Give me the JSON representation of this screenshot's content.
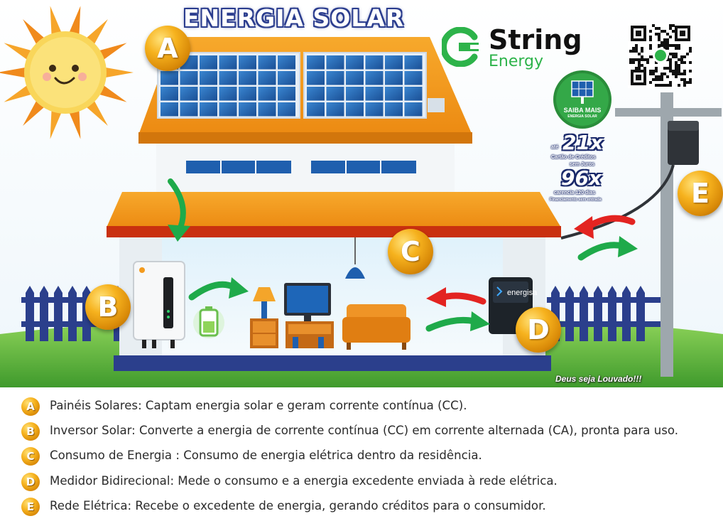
{
  "title": "ENERGIA SOLAR",
  "brand": {
    "name": "String",
    "sub": "Energy"
  },
  "promo": {
    "badge_title": "SAIBA MAIS",
    "badge_sub": "ENERGIA SOLAR",
    "prefix_1": "até",
    "big_1": "21x",
    "caption_1": "Cartão de Créditos",
    "caption_2": "sem Juros",
    "big_2": "96x",
    "caption_3": "carencia 120 dias",
    "caption_4": "Financiamento sem entrada"
  },
  "meter_brand": "energisa",
  "badges": [
    "A",
    "B",
    "C",
    "D",
    "E"
  ],
  "blessing": "Deus seja Louvado!!!",
  "legend": [
    {
      "letter": "A",
      "text": "Painéis Solares: Captam energia solar e geram corrente contínua (CC)."
    },
    {
      "letter": "B",
      "text": "Inversor Solar: Converte a energia de corrente contínua (CC) em corrente alternada (CA), pronta para uso."
    },
    {
      "letter": "C",
      "text": "Consumo de Energia :  Consumo de energia elétrica dentro da residência."
    },
    {
      "letter": "D",
      "text": "Medidor Bidirecional: Mede o consumo e a energia excedente enviada à rede elétrica."
    },
    {
      "letter": "E",
      "text": "Rede Elétrica: Recebe o excedente de energia, gerando créditos para o consumidor."
    }
  ],
  "colors": {
    "roof": "#f39a1e",
    "panel": "#1f5fae",
    "green_arrow": "#1faa4a",
    "red_arrow": "#e32421",
    "badge": "#f2a51a",
    "sky": "#eaf4fb",
    "grass": "#5cb53a",
    "fence": "#2b3f8c"
  },
  "icons": [
    "sun-icon",
    "qr-code-icon",
    "plug-logo-icon",
    "inverter-icon",
    "battery-icon",
    "meter-icon",
    "utility-pole-icon"
  ]
}
